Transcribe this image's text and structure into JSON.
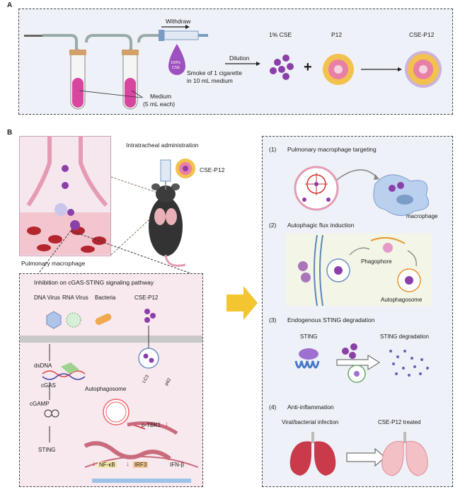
{
  "panel_a": {
    "letter": "A",
    "withdraw": "Withdraw",
    "drop_text": [
      "100%",
      "CSE"
    ],
    "smoke_line1": "Smoke of 1 cigarette",
    "smoke_line2": "in 10 mL medium",
    "dilution": "Dilution",
    "medium_line1": "Medium",
    "medium_line2": "(5 mL each)",
    "cse_label": "1% CSE",
    "plus": "+",
    "p12_label": "P12",
    "product_label": "CSE-P12"
  },
  "panel_b": {
    "letter": "B",
    "intratracheal": "Intratracheal administration",
    "cse_p12": "CSE-P12",
    "pulmonary_macrophage": "Pulmonary macrophage",
    "inhibition_title": "Inhibition on cGAS-STING signaling pathway",
    "pathogens": [
      "DNA Virus",
      "RNA Virus",
      "Bacteria"
    ],
    "cse_p12_small": "CSE-P12",
    "dsdna": "dsDNA",
    "cgas": "cGAS",
    "cgamp": "cGAMP",
    "sting": "STING",
    "autophagosome": "Autophagosome",
    "lc3": "LC3",
    "p62": "p62",
    "ptbk1": "p-TBK1",
    "nfkb": "NF-κB",
    "irf3": "IRF3",
    "ifnb": "IFN-β",
    "arrow_down": "↓"
  },
  "mechanisms": [
    {
      "num": "(1)",
      "title": "Pulmonary macrophage targeting",
      "sub": "macrophage"
    },
    {
      "num": "(2)",
      "title": "Autophagic flux induction",
      "sub": "Phagophore",
      "sub2": "Autophagosome"
    },
    {
      "num": "(3)",
      "title": "Endogenous STING degradation",
      "sub": "STING",
      "sub2": "STING degradation"
    },
    {
      "num": "(4)",
      "title": "Anti-inflammation",
      "sub": "Viral/bacterial infection",
      "sub2": "CSE-P12 treated"
    }
  ],
  "colors": {
    "panel_bg": "#eef1f7",
    "purple": "#8b3fa8",
    "pink": "#e54f8d",
    "gold": "#e8b43a",
    "arrow_yellow": "#f3c530",
    "red": "#d62f2f",
    "lung": "#e58a8a"
  }
}
